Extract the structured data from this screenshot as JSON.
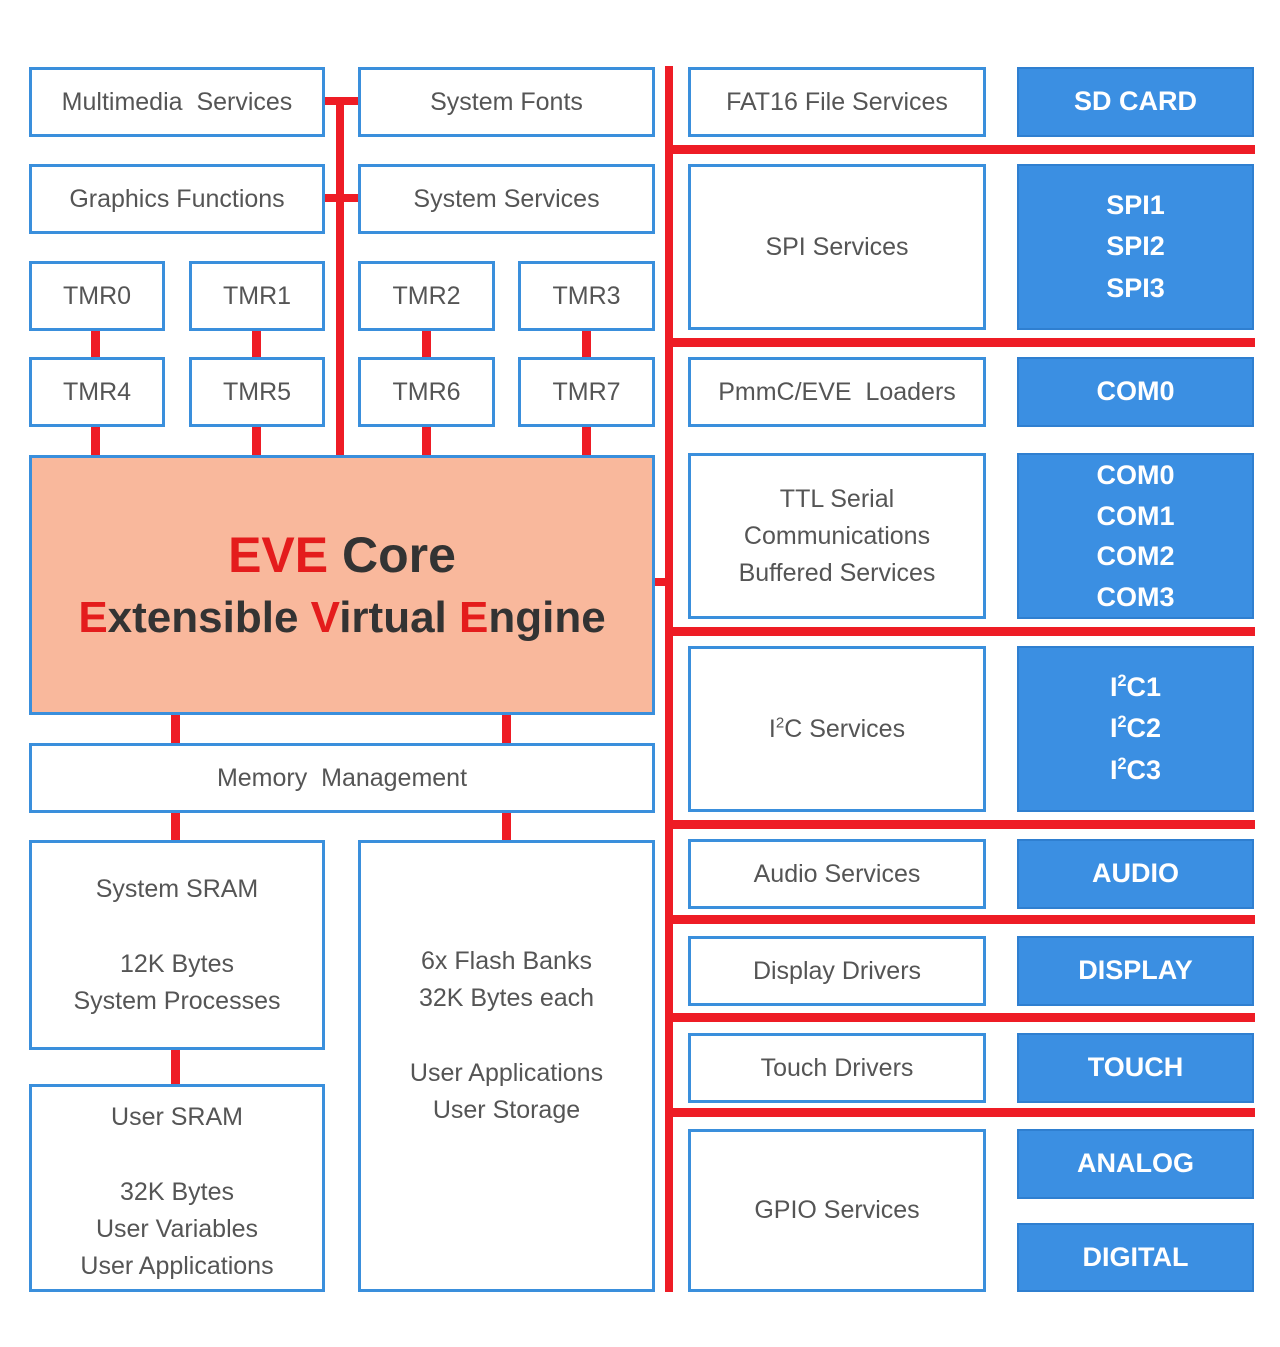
{
  "left": {
    "multimedia": "Multimedia  Services",
    "system_fonts": "System Fonts",
    "graphics": "Graphics Functions",
    "system_services": "System Services",
    "timers": [
      "TMR0",
      "TMR1",
      "TMR2",
      "TMR3",
      "TMR4",
      "TMR5",
      "TMR6",
      "TMR7"
    ]
  },
  "core": {
    "title_accent": "EVE",
    "title_rest": " Core",
    "subtitle_parts": [
      {
        "accent": "E",
        "rest": "xtensible "
      },
      {
        "accent": "V",
        "rest": "irtual "
      },
      {
        "accent": "E",
        "rest": "ngine"
      }
    ]
  },
  "memory": {
    "management": "Memory  Management",
    "system_sram": [
      "System SRAM",
      "12K Bytes",
      "System Processes"
    ],
    "flash": [
      "6x Flash Banks",
      "32K Bytes each",
      "User Applications",
      "User Storage"
    ],
    "user_sram": [
      "User SRAM",
      "32K Bytes",
      "User Variables",
      "User Applications"
    ]
  },
  "services": {
    "fat16": "FAT16 File Services",
    "spi": "SPI Services",
    "loaders": "PmmC/EVE  Loaders",
    "serial": [
      "TTL Serial",
      "Communications",
      "Buffered Services"
    ],
    "i2c_prefix": "I",
    "i2c_sup": "2",
    "i2c_suffix": "C Services",
    "audio": "Audio Services",
    "display": "Display Drivers",
    "touch": "Touch Drivers",
    "gpio": "GPIO Services"
  },
  "hardware": {
    "sdcard": "SD CARD",
    "spi": [
      "SPI1",
      "SPI2",
      "SPI3"
    ],
    "com0": "COM0",
    "coms": [
      "COM0",
      "COM1",
      "COM2",
      "COM3"
    ],
    "i2c_prefix": "I",
    "i2c_sup": "2",
    "i2c": [
      "C1",
      "C2",
      "C3"
    ],
    "audio": "AUDIO",
    "display": "DISPLAY",
    "touch": "TOUCH",
    "analog": "ANALOG",
    "digital": "DIGITAL"
  },
  "colors": {
    "bus": "#ee1c25",
    "box_border": "#3a8fdc",
    "hardware_fill": "#3b8fe2",
    "core_fill": "#f9b89c",
    "accent_text": "#e41c1c"
  }
}
